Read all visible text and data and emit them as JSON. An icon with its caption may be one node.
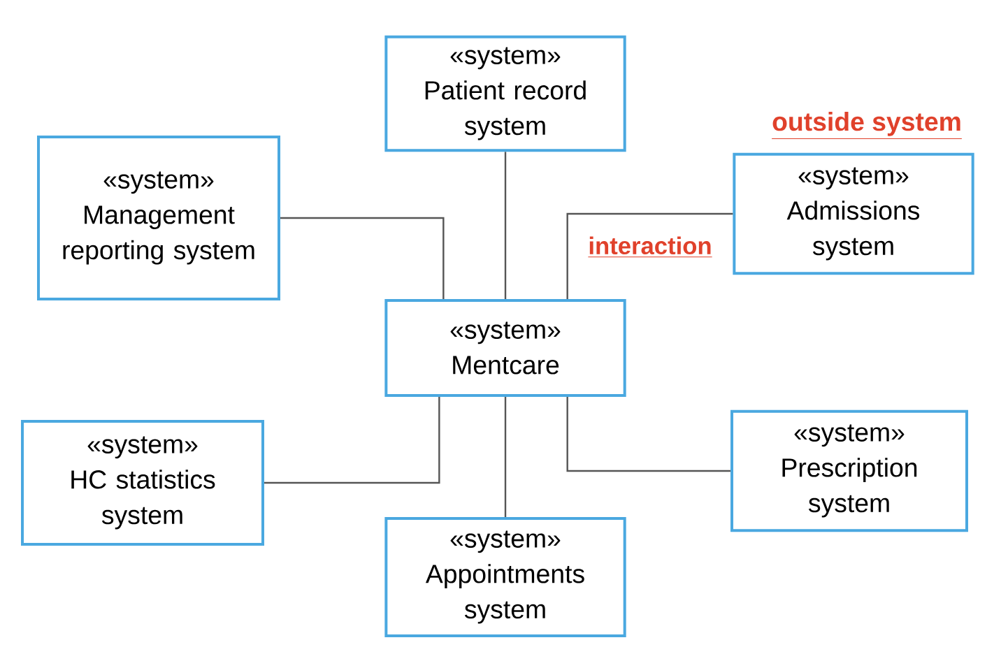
{
  "diagram": {
    "nodes": [
      {
        "text": [
          "«system»",
          "Patient record system"
        ]
      },
      {
        "text": [
          "«system»",
          "Management reporting system"
        ]
      },
      {
        "text": [
          "«system»",
          "Admissions system"
        ]
      },
      {
        "text": [
          "«system»",
          "Mentcare"
        ]
      },
      {
        "text": [
          "«system»",
          "HC statistics system"
        ]
      },
      {
        "text": [
          "«system»",
          "Prescription system"
        ]
      },
      {
        "text": [
          "«system»",
          "Appointments system"
        ]
      }
    ],
    "edges": [
      {
        "from": 0,
        "to": 3,
        "arrow": "none"
      },
      {
        "from": 1,
        "to": 3,
        "arrow": "none"
      },
      {
        "from": 3,
        "to": 2,
        "arrow": "none"
      },
      {
        "from": 4,
        "to": 3,
        "arrow": "none"
      },
      {
        "from": 3,
        "to": 5,
        "arrow": "none"
      },
      {
        "from": 3,
        "to": 6,
        "arrow": "none"
      }
    ],
    "labels": [
      "outside system",
      "interaction"
    ]
  }
}
